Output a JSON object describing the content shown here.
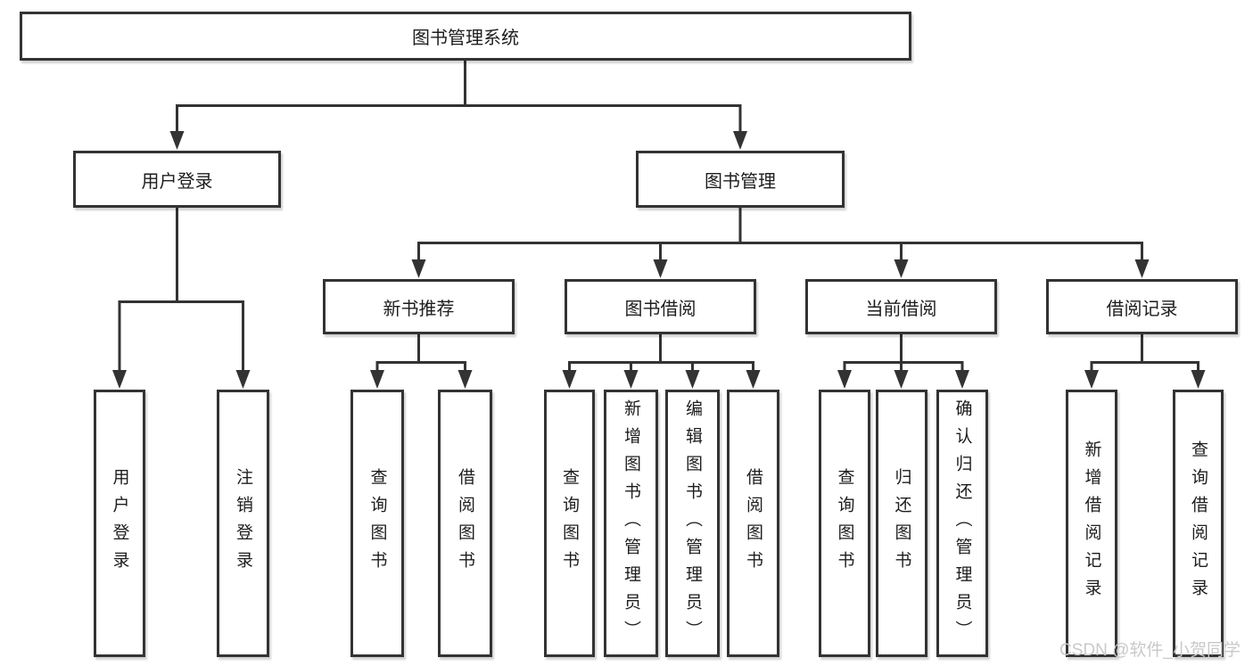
{
  "tree": {
    "label": "图书管理系统",
    "children": [
      {
        "label": "用户登录",
        "children": [
          {
            "label": "用户登录"
          },
          {
            "label": "注销登录"
          }
        ]
      },
      {
        "label": "图书管理",
        "children": [
          {
            "label": "新书推荐",
            "children": [
              {
                "label": "查询图书"
              },
              {
                "label": "借阅图书"
              }
            ]
          },
          {
            "label": "图书借阅",
            "children": [
              {
                "label": "查询图书"
              },
              {
                "label": "新增图书（管理员）"
              },
              {
                "label": "编辑图书（管理员）"
              },
              {
                "label": "借阅图书"
              }
            ]
          },
          {
            "label": "当前借阅",
            "children": [
              {
                "label": "查询图书"
              },
              {
                "label": "归还图书"
              },
              {
                "label": "确认归还（管理员）"
              }
            ]
          },
          {
            "label": "借阅记录",
            "children": [
              {
                "label": "新增借阅记录"
              },
              {
                "label": "查询借阅记录"
              }
            ]
          }
        ]
      }
    ]
  },
  "watermark": {
    "text": "CSDN @软件_小贺同学"
  },
  "colors": {
    "line": "#333333",
    "text": "#1d1d1d",
    "watermark": "#c9c9c9",
    "background": "#ffffff"
  }
}
